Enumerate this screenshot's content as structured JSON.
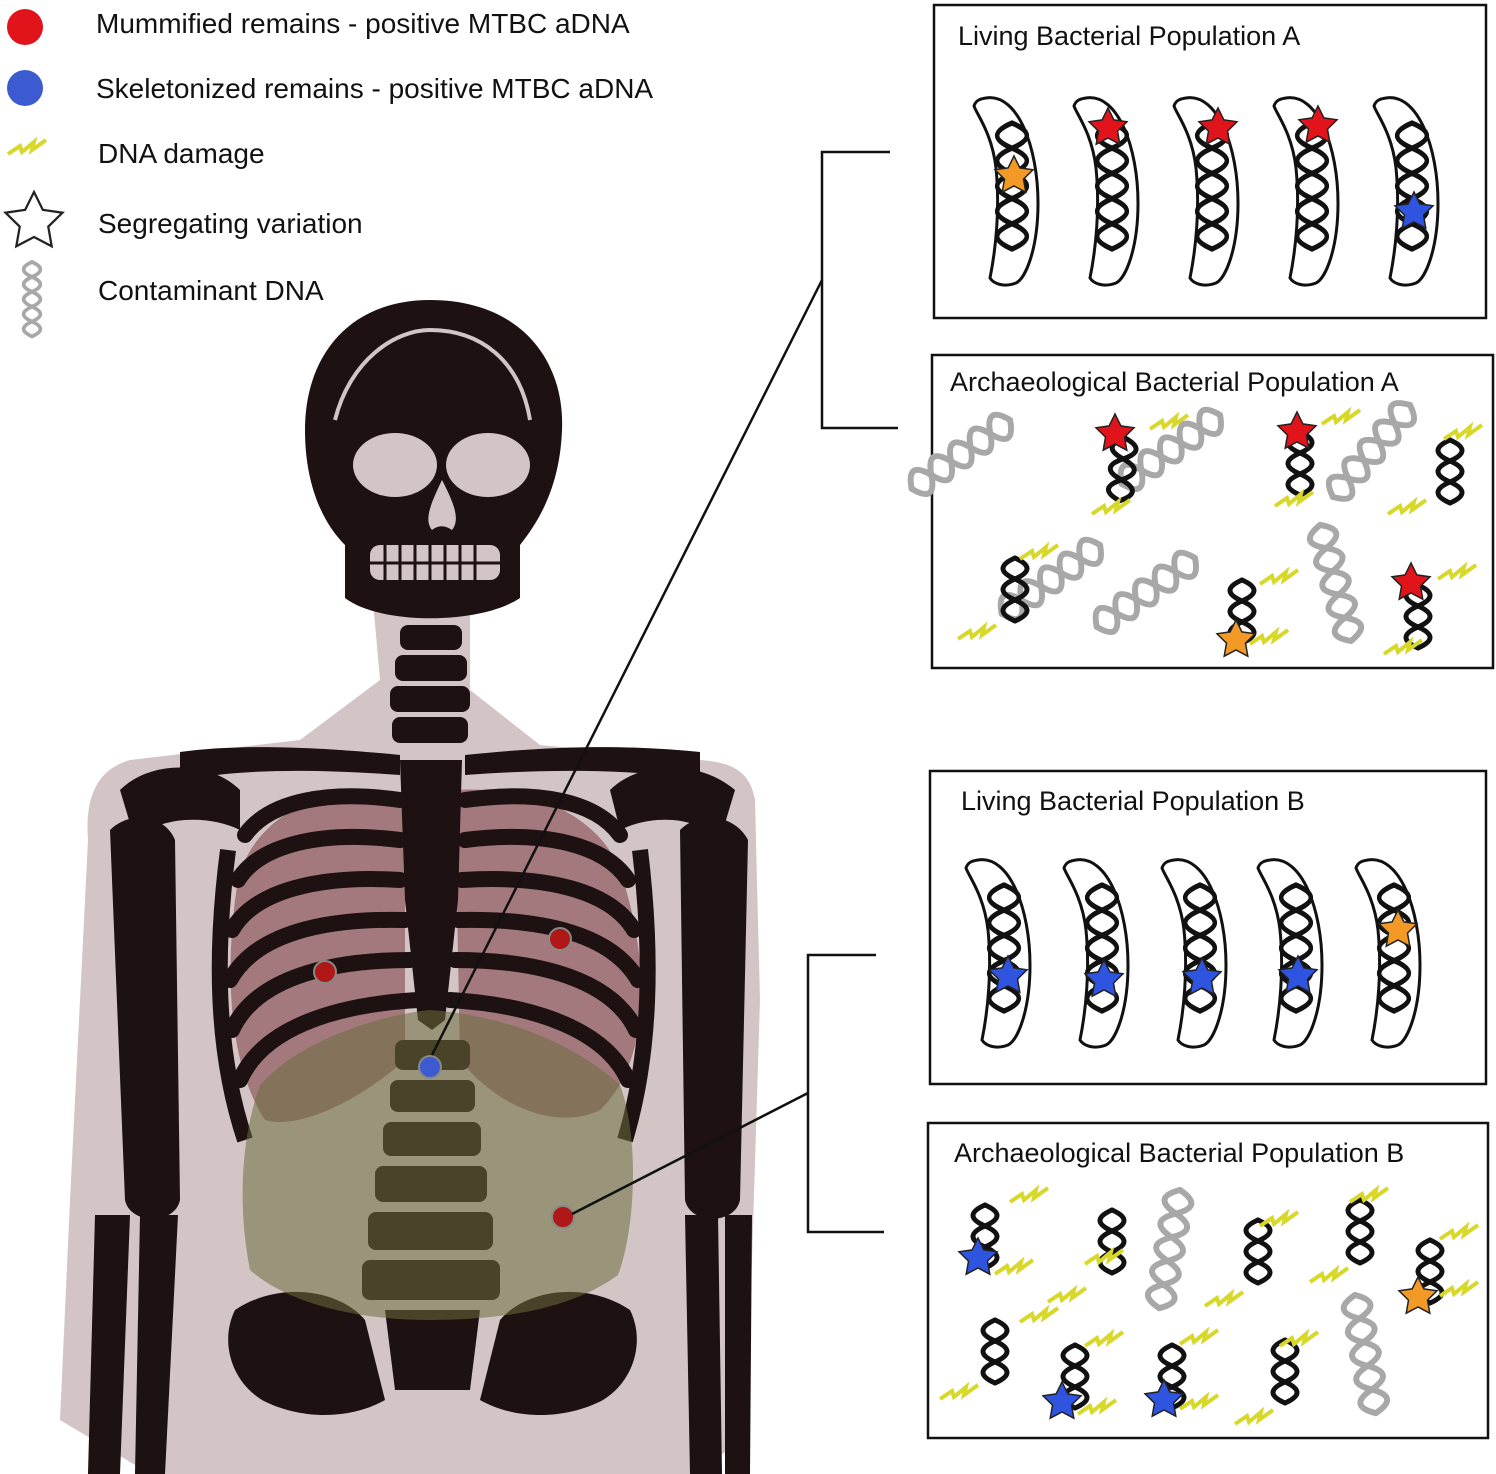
{
  "legend": {
    "mummified": "Mummified remains - positive MTBC aDNA",
    "skeletonized": "Skeletonized remains - positive MTBC aDNA",
    "damage": "DNA damage",
    "variation": "Segregating variation",
    "contaminant": "Contaminant DNA"
  },
  "panels": {
    "living_a": "Living Bacterial Population A",
    "arch_a": "Archaeological Bacterial Population A",
    "living_b": "Living Bacterial Population B",
    "arch_b": "Archaeological Bacterial Population B"
  },
  "colors": {
    "red": "#e0141a",
    "blue": "#2f55e0",
    "orange": "#f39a26",
    "damage": "#d8d82a",
    "contaminant": "#a8a8a8",
    "bone": "#1d1112",
    "body": "#d3c5c5",
    "lung": "#7c3a44",
    "abdomen": "#6b6e3c",
    "sample_red": "#b01818",
    "sample_blue": "#3d5bd0"
  },
  "living_a_variants": [
    "orange",
    "red",
    "red",
    "red",
    "blue"
  ],
  "living_b_variants": [
    "blue",
    "blue",
    "blue",
    "blue",
    "orange"
  ]
}
